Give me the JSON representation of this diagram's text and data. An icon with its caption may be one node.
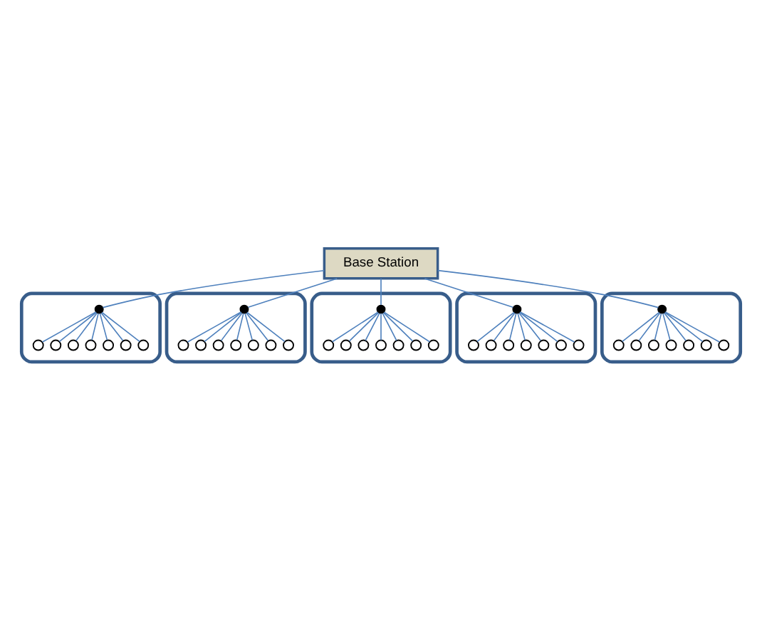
{
  "diagram": {
    "nodes": [
      {
        "text": [
          "Base Station"
        ]
      },
      {
        "text": [],
        "shape": "cloud"
      },
      {
        "text": [],
        "shape": "dot",
        "in": 1
      },
      {
        "text": [],
        "shape": "circle",
        "in": 1
      },
      {
        "text": [],
        "shape": "circle",
        "in": 1
      },
      {
        "text": [],
        "shape": "circle",
        "in": 1
      },
      {
        "text": [],
        "shape": "circle",
        "in": 1
      },
      {
        "text": [],
        "shape": "circle",
        "in": 1
      },
      {
        "text": [],
        "shape": "circle",
        "in": 1
      },
      {
        "text": [],
        "shape": "circle",
        "in": 1
      },
      {
        "text": [],
        "shape": "cloud"
      },
      {
        "text": [],
        "shape": "dot",
        "in": 10
      },
      {
        "text": [],
        "shape": "circle",
        "in": 10
      },
      {
        "text": [],
        "shape": "circle",
        "in": 10
      },
      {
        "text": [],
        "shape": "circle",
        "in": 10
      },
      {
        "text": [],
        "shape": "circle",
        "in": 10
      },
      {
        "text": [],
        "shape": "circle",
        "in": 10
      },
      {
        "text": [],
        "shape": "circle",
        "in": 10
      },
      {
        "text": [],
        "shape": "circle",
        "in": 10
      },
      {
        "text": [],
        "shape": "cloud"
      },
      {
        "text": [],
        "shape": "dot",
        "in": 19
      },
      {
        "text": [],
        "shape": "circle",
        "in": 19
      },
      {
        "text": [],
        "shape": "circle",
        "in": 19
      },
      {
        "text": [],
        "shape": "circle",
        "in": 19
      },
      {
        "text": [],
        "shape": "circle",
        "in": 19
      },
      {
        "text": [],
        "shape": "circle",
        "in": 19
      },
      {
        "text": [],
        "shape": "circle",
        "in": 19
      },
      {
        "text": [],
        "shape": "circle",
        "in": 19
      },
      {
        "text": [],
        "shape": "cloud"
      },
      {
        "text": [],
        "shape": "dot",
        "in": 28
      },
      {
        "text": [],
        "shape": "circle",
        "in": 28
      },
      {
        "text": [],
        "shape": "circle",
        "in": 28
      },
      {
        "text": [],
        "shape": "circle",
        "in": 28
      },
      {
        "text": [],
        "shape": "circle",
        "in": 28
      },
      {
        "text": [],
        "shape": "circle",
        "in": 28
      },
      {
        "text": [],
        "shape": "circle",
        "in": 28
      },
      {
        "text": [],
        "shape": "circle",
        "in": 28
      },
      {
        "text": [],
        "shape": "cloud"
      },
      {
        "text": [],
        "shape": "dot",
        "in": 37
      },
      {
        "text": [],
        "shape": "circle",
        "in": 37
      },
      {
        "text": [],
        "shape": "circle",
        "in": 37
      },
      {
        "text": [],
        "shape": "circle",
        "in": 37
      },
      {
        "text": [],
        "shape": "circle",
        "in": 37
      },
      {
        "text": [],
        "shape": "circle",
        "in": 37
      },
      {
        "text": [],
        "shape": "circle",
        "in": 37
      },
      {
        "text": [],
        "shape": "circle",
        "in": 37
      }
    ],
    "edges": [
      {
        "from": 0,
        "to": 2,
        "arrow": "none"
      },
      {
        "from": 0,
        "to": 11,
        "arrow": "none"
      },
      {
        "from": 0,
        "to": 20,
        "arrow": "none"
      },
      {
        "from": 0,
        "to": 29,
        "arrow": "none"
      },
      {
        "from": 0,
        "to": 38,
        "arrow": "none"
      },
      {
        "from": 2,
        "to": 3,
        "arrow": "none"
      },
      {
        "from": 2,
        "to": 4,
        "arrow": "none"
      },
      {
        "from": 2,
        "to": 5,
        "arrow": "none"
      },
      {
        "from": 2,
        "to": 6,
        "arrow": "none"
      },
      {
        "from": 2,
        "to": 7,
        "arrow": "none"
      },
      {
        "from": 2,
        "to": 8,
        "arrow": "none"
      },
      {
        "from": 2,
        "to": 9,
        "arrow": "none"
      },
      {
        "from": 11,
        "to": 12,
        "arrow": "none"
      },
      {
        "from": 11,
        "to": 13,
        "arrow": "none"
      },
      {
        "from": 11,
        "to": 14,
        "arrow": "none"
      },
      {
        "from": 11,
        "to": 15,
        "arrow": "none"
      },
      {
        "from": 11,
        "to": 16,
        "arrow": "none"
      },
      {
        "from": 11,
        "to": 17,
        "arrow": "none"
      },
      {
        "from": 11,
        "to": 18,
        "arrow": "none"
      },
      {
        "from": 20,
        "to": 21,
        "arrow": "none"
      },
      {
        "from": 20,
        "to": 22,
        "arrow": "none"
      },
      {
        "from": 20,
        "to": 23,
        "arrow": "none"
      },
      {
        "from": 20,
        "to": 24,
        "arrow": "none"
      },
      {
        "from": 20,
        "to": 25,
        "arrow": "none"
      },
      {
        "from": 20,
        "to": 26,
        "arrow": "none"
      },
      {
        "from": 20,
        "to": 27,
        "arrow": "none"
      },
      {
        "from": 29,
        "to": 30,
        "arrow": "none"
      },
      {
        "from": 29,
        "to": 31,
        "arrow": "none"
      },
      {
        "from": 29,
        "to": 32,
        "arrow": "none"
      },
      {
        "from": 29,
        "to": 33,
        "arrow": "none"
      },
      {
        "from": 29,
        "to": 34,
        "arrow": "none"
      },
      {
        "from": 29,
        "to": 35,
        "arrow": "none"
      },
      {
        "from": 29,
        "to": 36,
        "arrow": "none"
      },
      {
        "from": 38,
        "to": 39,
        "arrow": "none"
      },
      {
        "from": 38,
        "to": 40,
        "arrow": "none"
      },
      {
        "from": 38,
        "to": 41,
        "arrow": "none"
      },
      {
        "from": 38,
        "to": 42,
        "arrow": "none"
      },
      {
        "from": 38,
        "to": 43,
        "arrow": "none"
      },
      {
        "from": 38,
        "to": 44,
        "arrow": "none"
      },
      {
        "from": 38,
        "to": 45,
        "arrow": "none"
      }
    ]
  }
}
